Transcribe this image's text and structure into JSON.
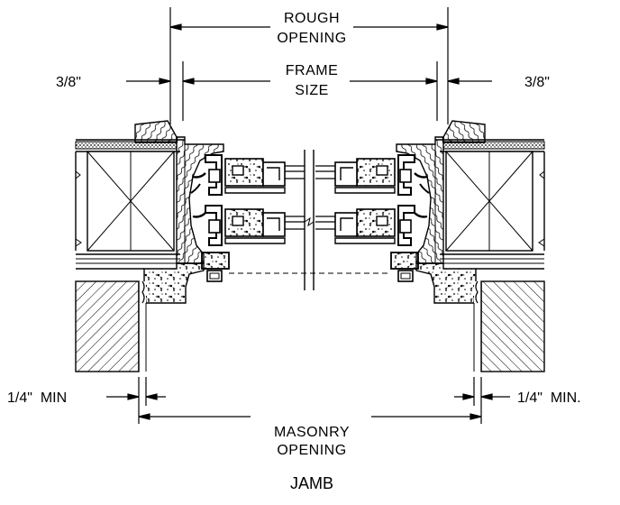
{
  "labels": {
    "rough_opening": [
      "ROUGH",
      "OPENING"
    ],
    "frame_size": [
      "FRAME",
      "SIZE"
    ],
    "masonry_opening": [
      "MASONRY",
      "OPENING"
    ],
    "left_gap": "3/8\"",
    "right_gap": "3/8\"",
    "left_min": "1/4\"  MIN",
    "right_min": "1/4\"  MIN.",
    "title": "JAMB"
  },
  "colors": {
    "line": "#000000",
    "background": "#ffffff"
  }
}
